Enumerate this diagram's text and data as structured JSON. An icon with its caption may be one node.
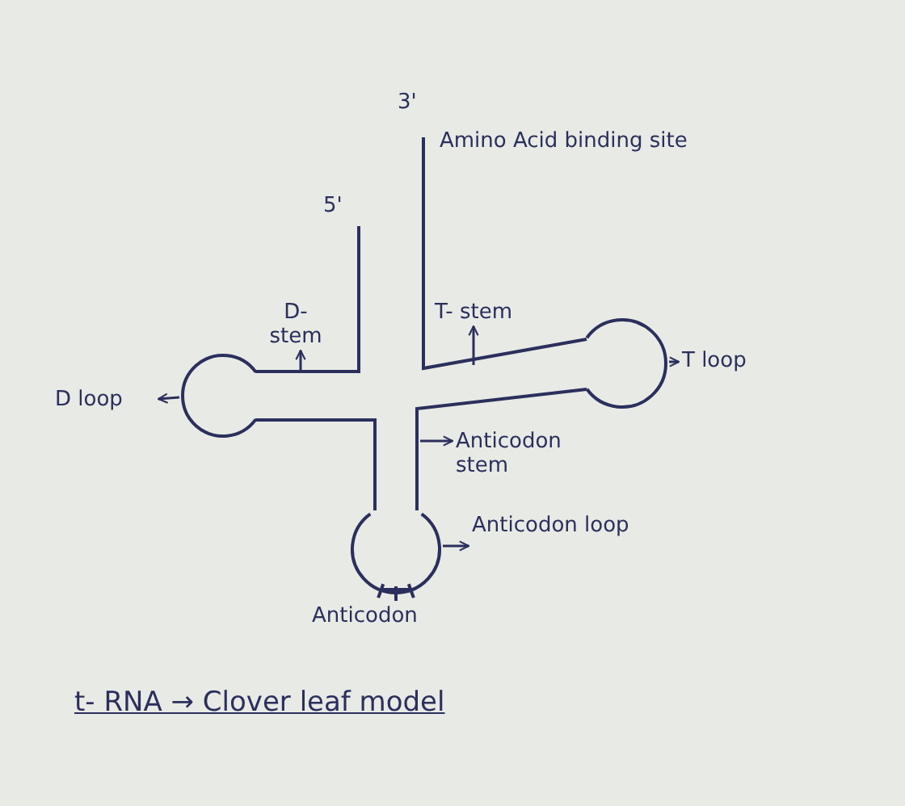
{
  "diagram": {
    "caption": "t- RNA → Clover leaf model",
    "nodes": [
      {
        "text": [
          "D loop"
        ]
      },
      {
        "text": [],
        "shape": "circle"
      },
      {
        "text": [
          "D- stem"
        ]
      },
      {
        "text": [
          "T- stem"
        ]
      },
      {
        "text": [],
        "shape": "circle"
      },
      {
        "text": [
          "T loop"
        ]
      },
      {
        "text": [
          "Anticodon stem"
        ]
      },
      {
        "text": [
          "Anticodon loop"
        ]
      },
      {
        "text": [],
        "shape": "circle"
      }
    ],
    "edges": [
      {
        "from": 1,
        "to": 0,
        "arrow": "to"
      },
      {
        "from": null,
        "to": 2,
        "arrow": "to"
      },
      {
        "from": null,
        "to": 3,
        "arrow": "to"
      },
      {
        "from": 4,
        "to": 5,
        "arrow": "to"
      },
      {
        "from": null,
        "to": 6,
        "arrow": "to"
      },
      {
        "from": 8,
        "to": 7,
        "arrow": "to"
      }
    ],
    "labels": [
      "3'",
      "Amino Acid binding site",
      "5'",
      "Anticodon"
    ]
  }
}
